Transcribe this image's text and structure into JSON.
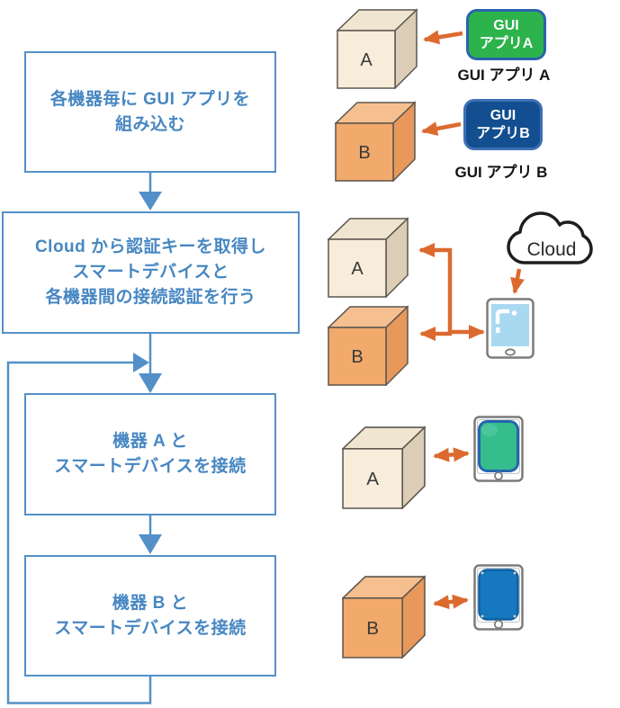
{
  "colors": {
    "flow_blue": "#5390C8",
    "flow_text_blue": "#4787C2",
    "arrow_orange": "#DC6A2F",
    "badge_a_green": "#2CB34B",
    "badge_a_border": "#2B63AD",
    "badge_b_blue": "#134F90",
    "badge_b_border": "#3E6FB6",
    "cube_a_front": "#F8ECDA",
    "cube_a_top": "#F0E5D1",
    "cube_a_side": "#DBCDB6",
    "cube_b_front": "#F2A96C",
    "cube_b_top": "#F6BF90",
    "cube_b_side": "#E8985B",
    "tablet_screen_light_blue": "#A9D9F1",
    "tablet_screen_green": "#35BD8D",
    "tablet_screen_blue": "#1678BE"
  },
  "flowchart": {
    "boxes": [
      {
        "lines": [
          "各機器毎に GUI アプリを",
          "組み込む"
        ]
      },
      {
        "lines": [
          "Cloud から認証キーを取得し",
          "スマートデバイスと",
          "各機器間の接続認証を行う"
        ]
      },
      {
        "lines": [
          "機器 A と",
          "スマートデバイスを接続"
        ]
      },
      {
        "lines": [
          "機器 B と",
          "スマートデバイスを接続"
        ]
      }
    ]
  },
  "illustration": {
    "step1": {
      "cube_label": "A",
      "badge_line1": "GUI",
      "badge_line2": "アプリA",
      "caption": "GUI アプリ A"
    },
    "step2": {
      "cube_label": "B",
      "badge_line1": "GUI",
      "badge_line2": "アプリB",
      "caption": "GUI アプリ B"
    },
    "step3": {
      "cube_a_label": "A",
      "cube_b_label": "B",
      "cloud_label": "Cloud"
    },
    "step4": {
      "cube_label": "A"
    },
    "step5": {
      "cube_label": "B"
    }
  }
}
